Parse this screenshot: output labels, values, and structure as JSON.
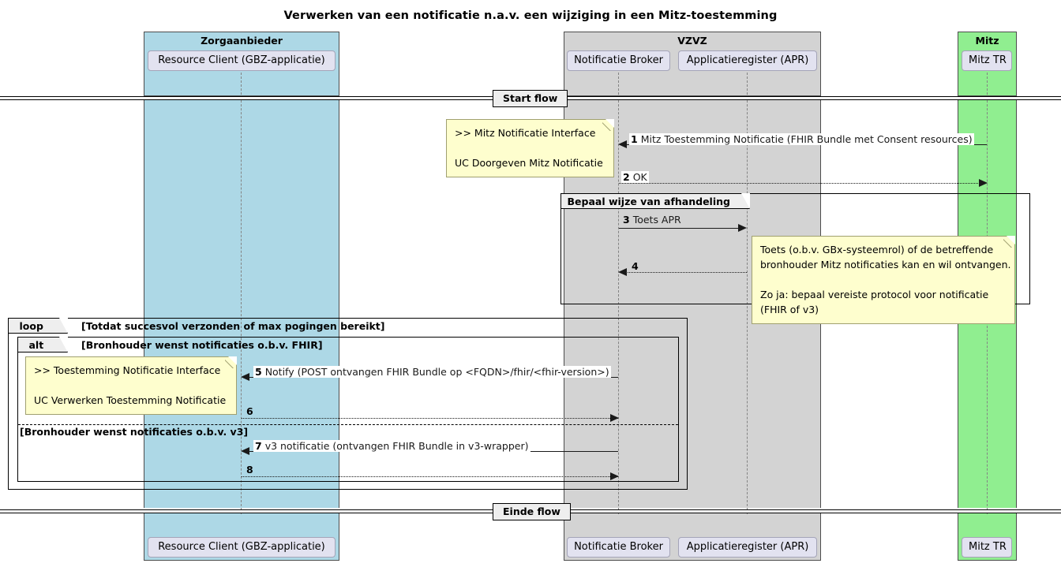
{
  "diagram": {
    "title": "Verwerken van een notificatie n.a.v. een wijziging in een Mitz-toestemming",
    "type": "sequence-diagram",
    "colors": {
      "participant_box": "#E2E2F0",
      "group_zorgaanbieder": "#ADD8E6",
      "group_vzvz": "#D3D3D3",
      "group_mitz": "#90EE90",
      "note": "#FEFECE",
      "frame_tab": "#EEEEEE"
    }
  },
  "groups": [
    {
      "name": "Zorgaanbieder",
      "color": "#ADD8E6"
    },
    {
      "name": "VZVZ",
      "color": "#D3D3D3"
    },
    {
      "name": "Mitz",
      "color": "#90EE90"
    }
  ],
  "participants": [
    {
      "label": "Resource Client (GBZ-applicatie)",
      "group": "Zorgaanbieder"
    },
    {
      "label": "Notificatie Broker",
      "group": "VZVZ"
    },
    {
      "label": "Applicatieregister (APR)",
      "group": "VZVZ"
    },
    {
      "label": "Mitz TR",
      "group": "Mitz"
    }
  ],
  "dividers": [
    {
      "label": "Start flow"
    },
    {
      "label": "Einde flow"
    }
  ],
  "frames": [
    {
      "kind": "group",
      "tab": "",
      "title": "Bepaal wijze van afhandeling",
      "condition": ""
    },
    {
      "kind": "loop",
      "tab": "loop",
      "condition": "[Totdat succesvol verzonden of max pogingen bereikt]"
    },
    {
      "kind": "alt",
      "tab": "alt",
      "condition": "[Bronhouder wenst notificaties o.b.v. FHIR]",
      "else_condition": "[Bronhouder wenst notificaties o.b.v. v3]"
    }
  ],
  "notes": [
    {
      "id": "note-mitz-interface",
      "lines": [
        ">> Mitz Notificatie Interface",
        "",
        "UC Doorgeven Mitz Notificatie"
      ]
    },
    {
      "id": "note-toets-apr",
      "lines": [
        "Toets (o.b.v. GBx-systeemrol) of de betreffende",
        "bronhouder Mitz notificaties kan en wil ontvangen.",
        "",
        "Zo ja: bepaal vereiste protocol voor notificatie",
        "(FHIR of v3)"
      ]
    },
    {
      "id": "note-toestemming-interface",
      "lines": [
        ">> Toestemming Notificatie Interface",
        "",
        "UC Verwerken Toestemming Notificatie"
      ]
    }
  ],
  "messages": [
    {
      "num": "1",
      "text": "Mitz Toestemming Notificatie (FHIR Bundle met Consent resources)",
      "from": "Mitz TR",
      "to": "Notificatie Broker",
      "style": "solid",
      "direction": "left"
    },
    {
      "num": "2",
      "text": "OK",
      "from": "Notificatie Broker",
      "to": "Mitz TR",
      "style": "dotted",
      "direction": "right"
    },
    {
      "num": "3",
      "text": "Toets APR",
      "from": "Notificatie Broker",
      "to": "Applicatieregister (APR)",
      "style": "solid",
      "direction": "right"
    },
    {
      "num": "4",
      "text": "",
      "from": "Applicatieregister (APR)",
      "to": "Notificatie Broker",
      "style": "dotted",
      "direction": "left"
    },
    {
      "num": "5",
      "text": "Notify (POST ontvangen FHIR Bundle op <FQDN>/fhir/<fhir-version>)",
      "from": "Notificatie Broker",
      "to": "Resource Client (GBZ-applicatie)",
      "style": "solid",
      "direction": "left"
    },
    {
      "num": "6",
      "text": "",
      "from": "Resource Client (GBZ-applicatie)",
      "to": "Notificatie Broker",
      "style": "dotted",
      "direction": "right"
    },
    {
      "num": "7",
      "text": "v3 notificatie (ontvangen FHIR Bundle in v3-wrapper)",
      "from": "Notificatie Broker",
      "to": "Resource Client (GBZ-applicatie)",
      "style": "solid",
      "direction": "left"
    },
    {
      "num": "8",
      "text": "",
      "from": "Resource Client (GBZ-applicatie)",
      "to": "Notificatie Broker",
      "style": "dotted",
      "direction": "right"
    }
  ]
}
